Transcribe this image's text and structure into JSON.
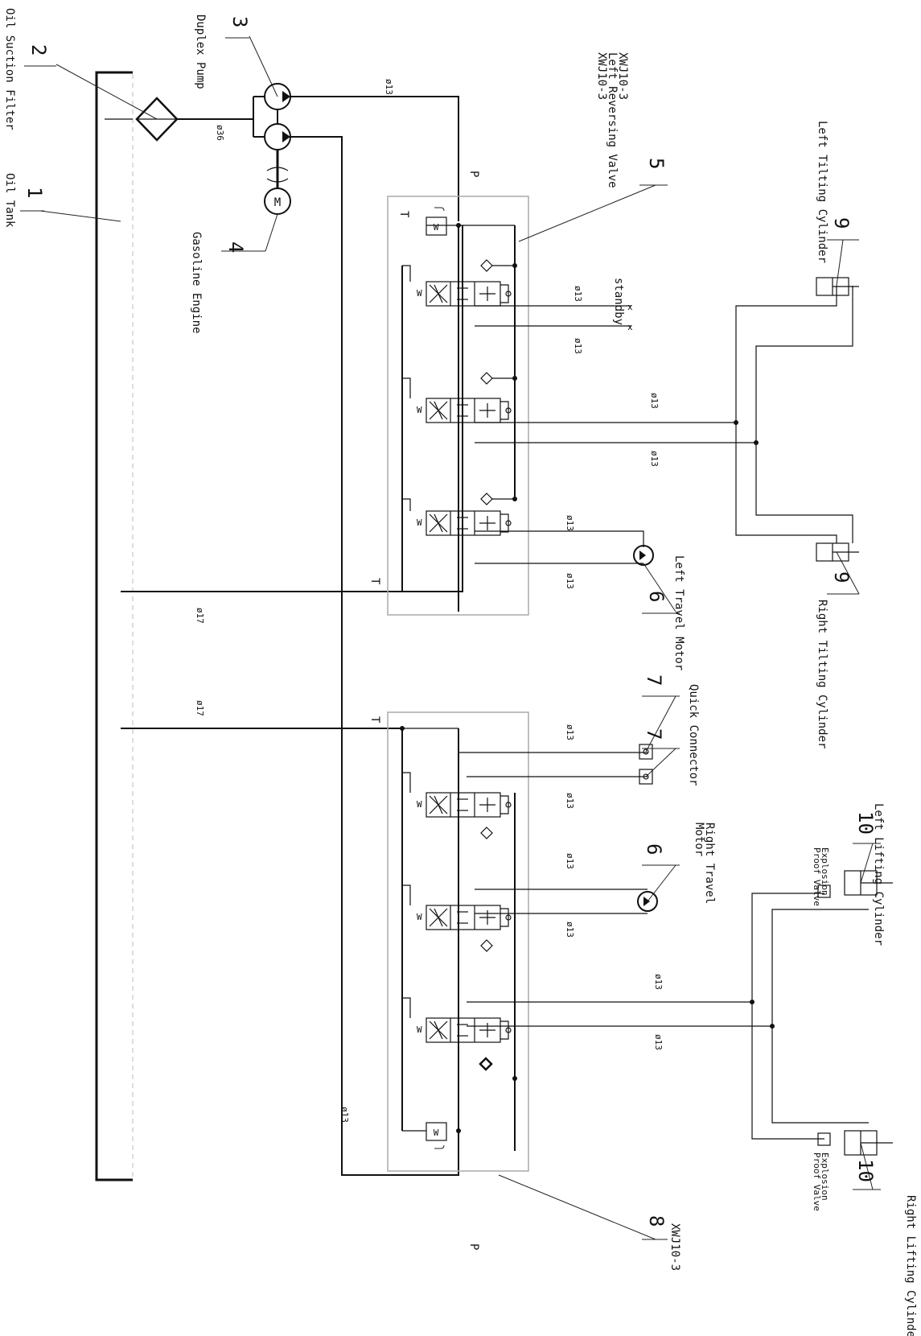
{
  "labels": {
    "oil_suction_filter": "Oil Suction Filter",
    "oil_tank": "Oil Tank",
    "duplex_pump": "Duplex Pump",
    "gasoline_engine": "Gasoline Engine",
    "left_reversing_valve": "Left Reversing Valve",
    "left_tilting_cylinder": "Left Tilting Cylinder",
    "right_tilting_cylinder": "Right Tilting Cylinder",
    "left_travel_motor": "Left Travel Motor",
    "quick_connector": "Quick Connector",
    "right_travel_line1": "Right Travel",
    "right_travel_line2": "Motor",
    "left_lifting_cylinder": "Left Lifting Cylinder",
    "right_lifting_cylinder": "Right Lifting Cylinder",
    "explosion_line1": "Explosion",
    "explosion_line2": "Proof Valve",
    "standby": "standby",
    "model_upper_a": "XWJ10-3",
    "model_upper_b": "XWJ10-3",
    "model_lower": "XWJ10-3",
    "motor_symbol": "M",
    "port_p": "P",
    "port_t": "T",
    "spool_w": "W",
    "standby_cap": "x"
  },
  "numbers": {
    "n1": "1",
    "n2": "2",
    "n3": "3",
    "n4": "4",
    "n5": "5",
    "n6": "6",
    "n7": "7",
    "n8": "8",
    "n9": "9",
    "n10": "10"
  },
  "pipes": {
    "d13": "ø13",
    "d17": "ø17",
    "d36": "ø36"
  }
}
